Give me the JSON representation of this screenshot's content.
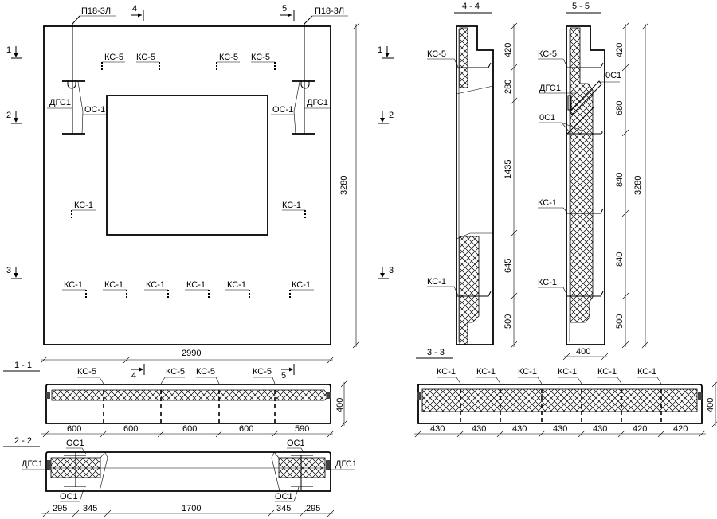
{
  "elevation": {
    "loop_label_left": "П18-3Л",
    "loop_label_right": "П18-3Л",
    "section_4": "4",
    "section_5": "5",
    "section_1_left": "1",
    "section_1_right": "1",
    "section_2_left": "2",
    "section_2_right": "2",
    "section_3_left": "3",
    "section_3_right": "3",
    "dgs_left": "ДГС1",
    "dgs_right": "ДГС1",
    "os_left": "ОС-1",
    "os_right": "ОС-1",
    "ks5": [
      "КС-5",
      "КС-5",
      "КС-5",
      "КС-5"
    ],
    "ks1_mid": [
      "КС-1",
      "КС-1"
    ],
    "ks1_bottom": [
      "КС-1",
      "КС-1",
      "КС-1",
      "КС-1",
      "КС-1",
      "КС-1"
    ],
    "height": "3280",
    "width": "2990"
  },
  "section_4_4": {
    "title": "4 - 4",
    "ks5": "КС-5",
    "ks1": "КС-1",
    "dims": [
      "420",
      "280",
      "1435",
      "645",
      "500"
    ]
  },
  "section_5_5": {
    "title": "5 - 5",
    "ks5": "КС-5",
    "os1_top": "0С1",
    "dgs": "ДГС1",
    "os1_mid": "0С1",
    "ks1": [
      "КС-1",
      "КС-1"
    ],
    "dims": [
      "420",
      "680",
      "840",
      "840",
      "500"
    ],
    "total": "3280",
    "width": "400"
  },
  "section_1_1": {
    "title": "1 - 1",
    "ks5": [
      "КС-5",
      "КС-5",
      "КС-5",
      "КС-5"
    ],
    "marker_4": "4",
    "marker_5": "5",
    "dims": [
      "600",
      "600",
      "600",
      "600",
      "590"
    ],
    "height": "400"
  },
  "section_2_2": {
    "title": "2 - 2",
    "os1_top": [
      "ОС1",
      "ОС1"
    ],
    "os1_bottom": [
      "ОС1",
      "ОС1"
    ],
    "dgs": [
      "ДГС1",
      "ДГС1"
    ],
    "dims": [
      "295",
      "345",
      "1700",
      "345",
      "295"
    ]
  },
  "section_3_3": {
    "title": "3 - 3",
    "ks1": [
      "КС-1",
      "КС-1",
      "КС-1",
      "КС-1",
      "КС-1",
      "КС-1"
    ],
    "dims": [
      "430",
      "430",
      "430",
      "430",
      "430",
      "420",
      "420"
    ],
    "height": "400"
  }
}
